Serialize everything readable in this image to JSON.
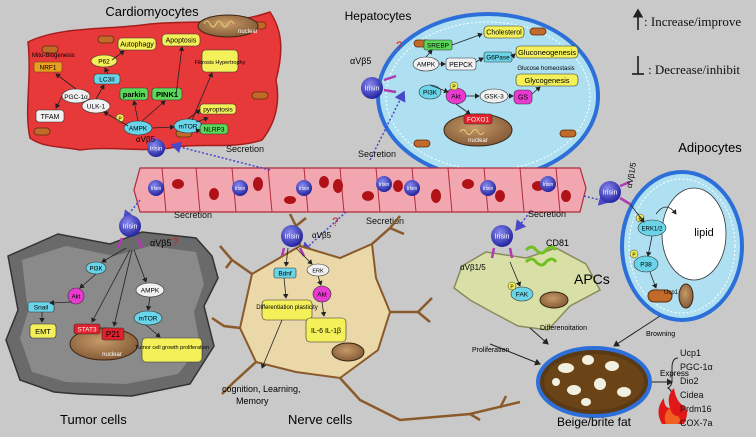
{
  "labels": {
    "cardio_title": "Cardiomyocytes",
    "hepato_title": "Hepatocytes",
    "adipo_title": "Adipocytes",
    "tumor_title": "Tumor cells",
    "nerve_title": "Nerve cells",
    "beige_title": "Beige/brite fat",
    "apcs": "APCs",
    "lipid": "lipid",
    "browning": "Browning",
    "proliferation": "Proliferation",
    "differentiation": "Differenoitation",
    "nuclear": "nuclear",
    "cognition": "cognition, Learning,",
    "memory": "Memory",
    "express": "Express"
  },
  "legend": {
    "increase": ": Increase/improve",
    "decrease": ": Decrease/inhibit"
  },
  "secretion_labels": [
    "Secretion",
    "Secretion",
    "Secretion",
    "Secretion",
    "Secretion"
  ],
  "receptors": {
    "cardio": "αVβ5",
    "hepato": "αVβ5",
    "tumor": "αVβ5",
    "nerve": "αVβ5",
    "apcs": "αVβ1/5",
    "adipo": "αVβ1/5",
    "cd81": "CD81",
    "question": "?"
  },
  "irisin": "Irisin",
  "cardio_nodes": {
    "mito": "Mito-Biogenesis",
    "nrf1": "NRF1",
    "tfam": "TFAM",
    "pgc": "PGC-1α",
    "p62": "P62",
    "lc3": "LC3II",
    "autophagy": "Autophagy",
    "apoptosis": "Apoptosis",
    "fibrosis": "Fibrosis Hypertrophy",
    "ulk1": "ULK-1",
    "parkin": "parkin",
    "pink1": "PINK1",
    "ampk": "AMPK",
    "mtor": "mTOR",
    "pyroptosis": "pyroptosis",
    "nlrp3": "NLRP3"
  },
  "hepato_nodes": {
    "srebp": "SREBP",
    "cholesterol": "Cholesterol",
    "ampk": "AMPK",
    "pepck": "PEPCK",
    "g6pase": "G6Pase",
    "gluconeogenesis": "Gluconeogenesis",
    "glucose_homeostasis": "Glucose homeostasis",
    "glycogenesis": "Glycogenesis",
    "pi3k": "PI3K",
    "akt": "Akt",
    "gsk3": "GSK-3",
    "gs": "GS",
    "foxo1": "FOXO1"
  },
  "tumor_nodes": {
    "pi3k": "PI3K",
    "akt": "Akt",
    "snail": "Snail",
    "emt": "EMT",
    "stat3": "STAT3",
    "p21": "P21",
    "ampk": "AMPK",
    "mtor": "mTOR",
    "growth": "Tumor cell growth proliferation"
  },
  "nerve_nodes": {
    "bdnf": "Bdnf",
    "erk": "ERK",
    "akt": "Akt",
    "diff": "Differentiation plasticity",
    "il": "IL-6 IL-1β"
  },
  "adipo_nodes": {
    "erk": "ERK1/2",
    "p38": "P38",
    "ucp1": "Ucp1"
  },
  "apc_nodes": {
    "fak": "FAK"
  },
  "p_label": "P",
  "express_genes": [
    "Ucp1",
    "PGC-1α",
    "Dio2",
    "Cidea",
    "Prdm16",
    "COX-7a"
  ]
}
